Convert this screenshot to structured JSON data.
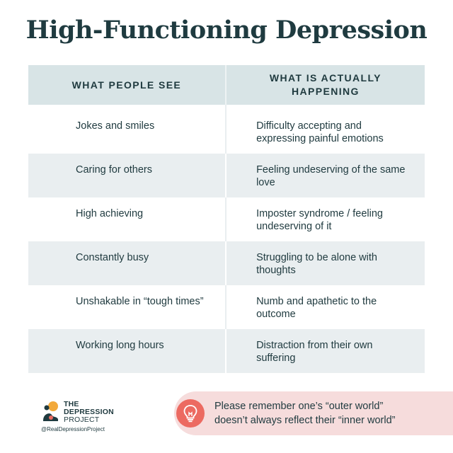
{
  "title": "High-Functioning Depression",
  "table": {
    "headers": [
      "WHAT PEOPLE SEE",
      "WHAT IS ACTUALLY HAPPENING"
    ],
    "rows": [
      {
        "see": "Jokes and smiles",
        "actual": "Difficulty accepting and expressing painful emotions"
      },
      {
        "see": "Caring for others",
        "actual": "Feeling undeserving of the same love"
      },
      {
        "see": "High achieving",
        "actual": "Imposter syndrome / feeling undeserving of it"
      },
      {
        "see": "Constantly busy",
        "actual": "Struggling to be alone with thoughts"
      },
      {
        "see": "Unshakable in “tough times”",
        "actual": "Numb and apathetic to the outcome"
      },
      {
        "see": "Working long hours",
        "actual": "Distraction from their own suffering"
      }
    ]
  },
  "logo": {
    "line1": "THE",
    "line2": "DEPRESSION",
    "line3": "PROJECT",
    "handle": "@RealDepressionProject"
  },
  "reminder": {
    "line1": "Please remember one’s “outer world”",
    "line2": "doesn’t always reflect their “inner world”",
    "icon": "lightbulb-icon"
  },
  "colors": {
    "title": "#1f3b40",
    "header_bg": "#d8e4e6",
    "shade_row": "#e9eef0",
    "bubble_bg": "#f6dcdc",
    "bulb": "#ec6a61"
  }
}
